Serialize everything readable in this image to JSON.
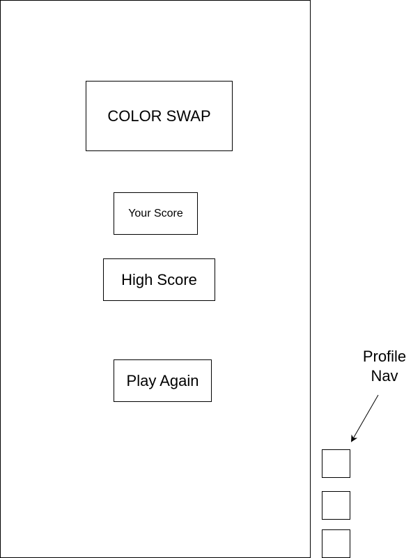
{
  "screen": {
    "title": "COLOR SWAP",
    "your_score_label": "Your Score",
    "high_score_label": "High Score",
    "play_again_label": "Play Again"
  },
  "annotation": {
    "line1": "Profile",
    "line2": "Nav"
  },
  "profile_nav": {
    "items": [
      "",
      "",
      ""
    ]
  },
  "colors": {
    "stroke": "#000000",
    "background": "#ffffff"
  }
}
